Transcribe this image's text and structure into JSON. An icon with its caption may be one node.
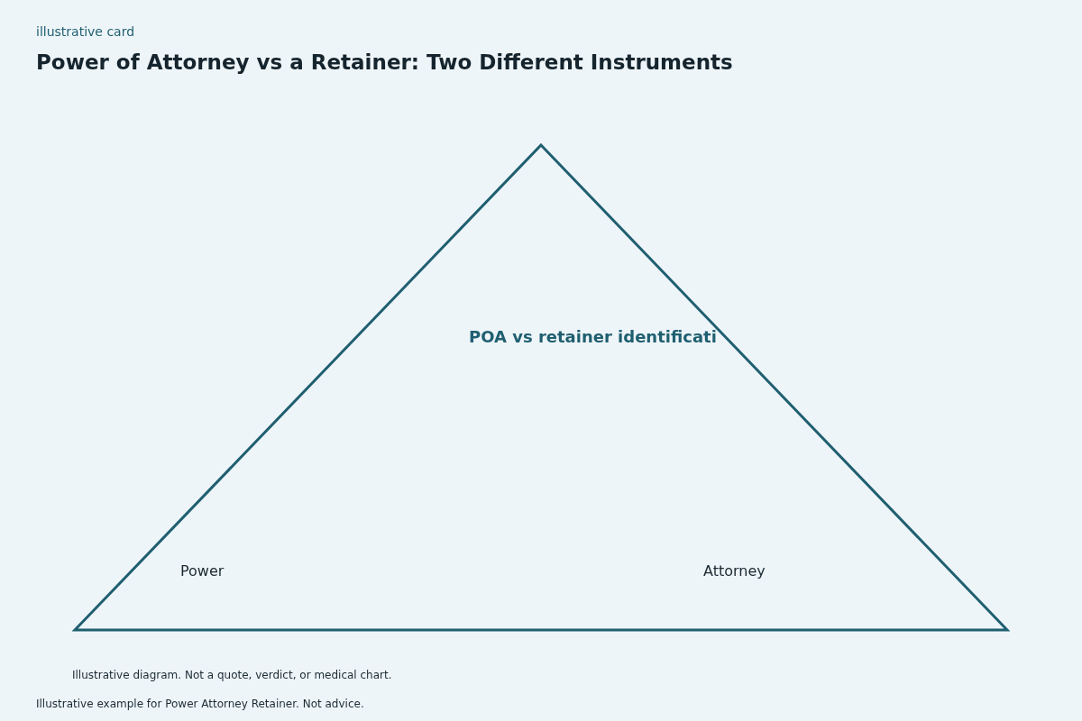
{
  "diagram": {
    "title": "Power of Attorney vs a Retainer: Two Different Instruments",
    "nodes": [
      {
        "text": [
          "POA vs retainer identificati",
          "Power",
          "Attorney"
        ]
      }
    ],
    "edges": [],
    "labels": [
      "illustrative card",
      "Illustrative diagram. Not a quote, verdict, or medical chart.",
      "Illustrative example for Power Attorney Retainer. Not advice."
    ]
  }
}
